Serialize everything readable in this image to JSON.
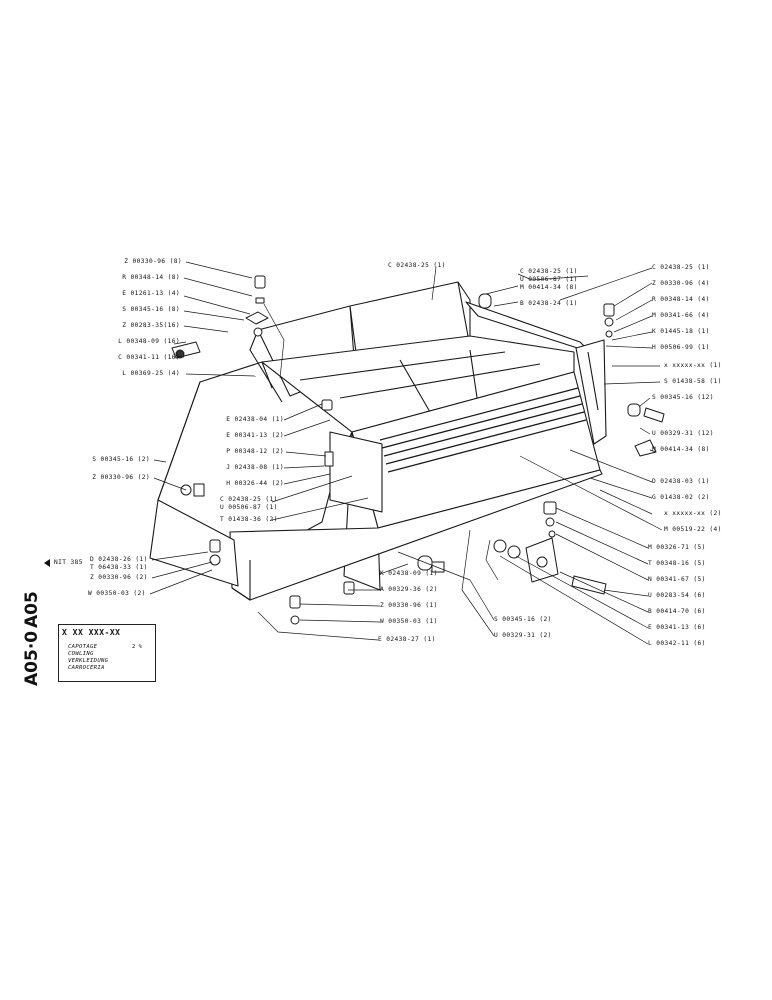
{
  "page": {
    "codes": {
      "primary": "A05",
      "secondary": "A05·0"
    },
    "reference": "X XX XXX-XX",
    "title_lines": [
      "CAPOTAGE",
      "COWLING",
      "VERKLEIDUNG",
      "CARROCERIA"
    ],
    "scale": "2 %"
  },
  "labels_left": [
    "Z 00330-96 (8)",
    "R 00348-14 (8)",
    "E 01261-13 (4)",
    "S 00345-16 (8)",
    "Z 00283-35(16)",
    "L 00348-09 (16)",
    "C 00341-11 (16)",
    "L 00369-25 (4)"
  ],
  "labels_top": [
    "C 02438-25 (1)"
  ],
  "labels_top_right": [
    "C 02438-25 (1)",
    "U 00506-87 (1)",
    "M 00414-34 (8)",
    "B 02438-24 (1)"
  ],
  "labels_right": [
    "C 02438-25 (1)",
    "Z 00330-96 (4)",
    "R 00348-14 (4)",
    "M 00341-66 (4)",
    "K 01445-18 (1)",
    "H 00506-99 (1)",
    "x xxxxx-xx (1)",
    "S 01438-58 (1)",
    "S 00345-16 (12)",
    "U 00329-31 (12)",
    "M 00414-34 (8)",
    "D 02438-03 (1)",
    "G 01438-02 (2)",
    "x xxxxx-xx (2)",
    "M 00519-22 (4)",
    "M 00326-71 (5)",
    "T 00348-16 (5)",
    "N 00341-67 (5)",
    "U 00283-54 (6)",
    "B 00414-70 (6)",
    "E 00341-13 (6)",
    "L 00342-11 (6)"
  ],
  "labels_mid": [
    "E 02438-04 (1)",
    "E 00341-13 (2)",
    "P 00348-12 (2)",
    "J 02438-08 (1)",
    "H 00326-44 (2)",
    "C 02438-25 (1)",
    "U 00506-87 (1)",
    "T 01438-36 (2)"
  ],
  "labels_left_lower": [
    "S 00345-16 (2)",
    "Z 00330-96 (2)",
    "NIT 385",
    "D 02438-26 (1)",
    "T 06438-33 (1)",
    "Z 00330-96 (2)",
    "W 00350-03 (2)"
  ],
  "labels_bottom": [
    "K 02438-09 (1)",
    "A 00329-36 (2)",
    "Z 00330-96 (1)",
    "W 00350-03 (1)",
    "E 02438-27 (1)",
    "S 00345-16 (2)",
    "U 00329-31 (2)"
  ]
}
